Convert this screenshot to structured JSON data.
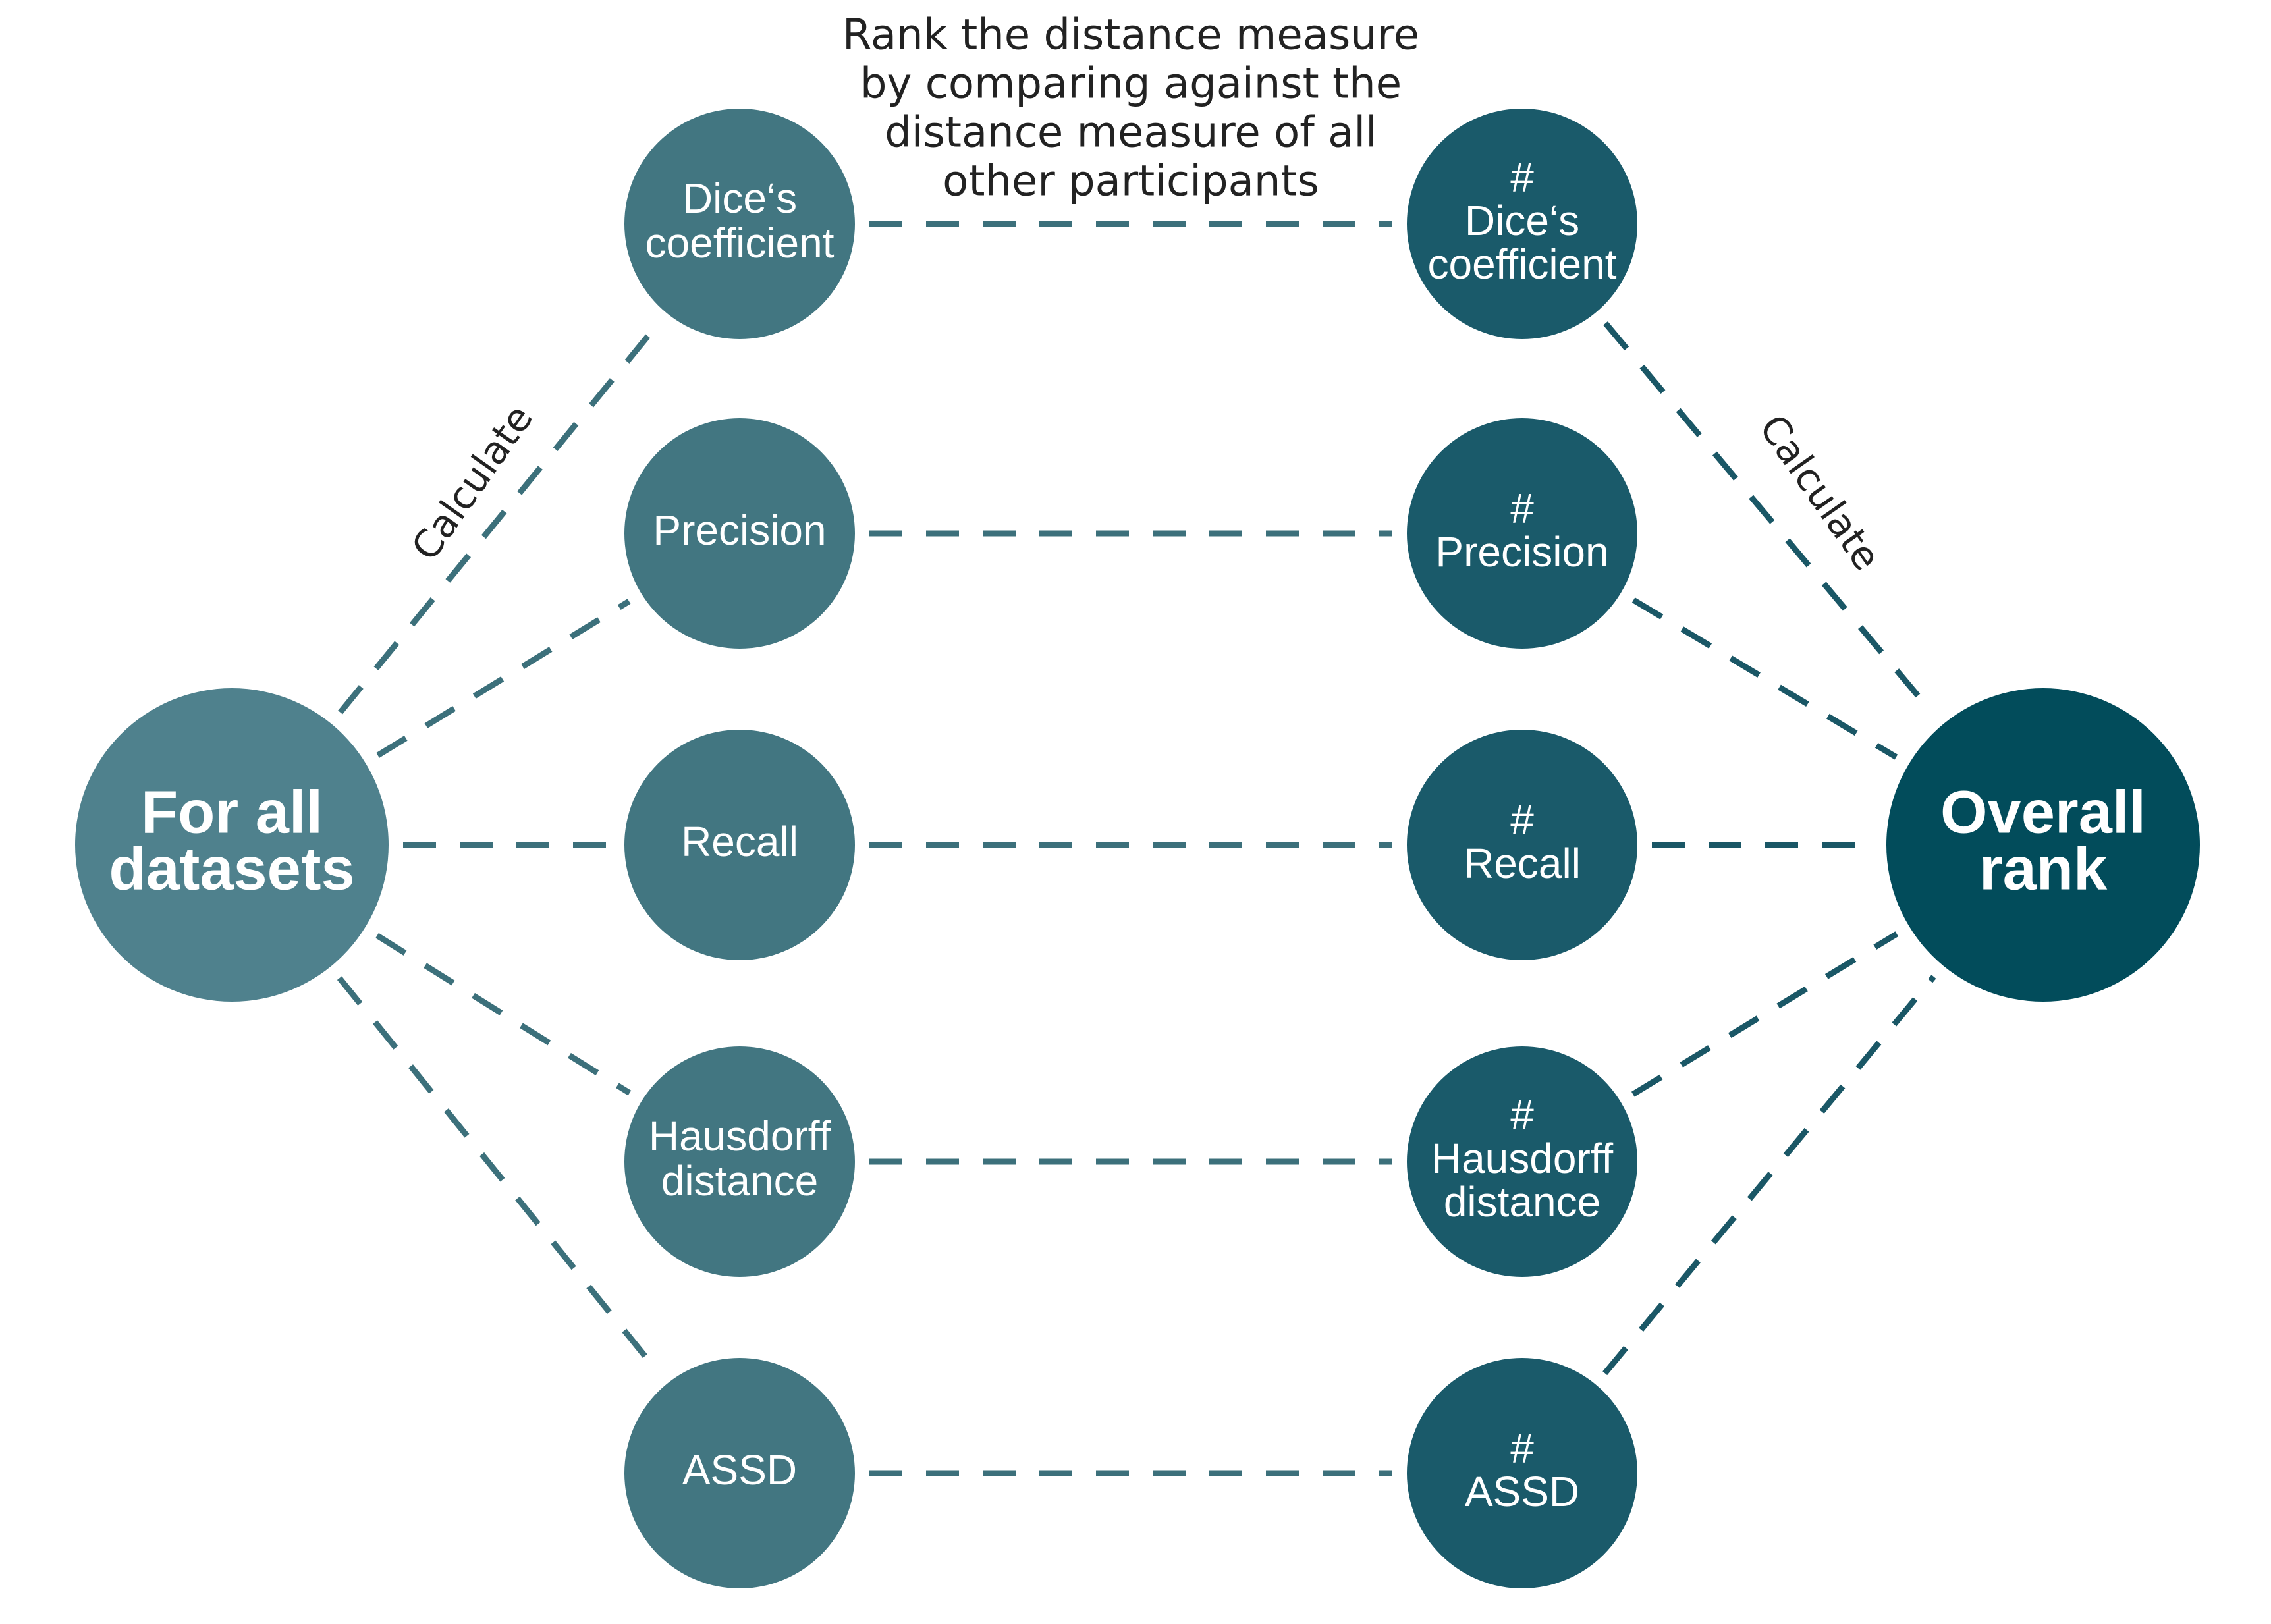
{
  "title_lines": [
    "Rank the distance measure",
    "by comparing against the",
    "distance measure of all",
    "other participants"
  ],
  "edge_labels": {
    "left": "Calculate",
    "right": "Calculate"
  },
  "colors": {
    "source": "#4f818d",
    "measure": "#427681",
    "rank": "#1a5a6a",
    "overall": "#024c5b",
    "edge_left": "#3c707b",
    "edge_right": "#1a5766"
  },
  "nodes": {
    "source": {
      "lines": [
        "For all",
        "datasets"
      ]
    },
    "measures": [
      {
        "lines": [
          "Dice‘s",
          "coefficient"
        ]
      },
      {
        "lines": [
          "Precision"
        ]
      },
      {
        "lines": [
          "Recall"
        ]
      },
      {
        "lines": [
          "Hausdorff",
          "distance"
        ]
      },
      {
        "lines": [
          "ASSD"
        ]
      }
    ],
    "ranks": [
      {
        "lines": [
          "#",
          "Dice‘s",
          "coefficient"
        ]
      },
      {
        "lines": [
          "#",
          "Precision"
        ]
      },
      {
        "lines": [
          "#",
          "Recall"
        ]
      },
      {
        "lines": [
          "#",
          "Hausdorff",
          "distance"
        ]
      },
      {
        "lines": [
          "#",
          "ASSD"
        ]
      }
    ],
    "overall": {
      "lines": [
        "Overall",
        "rank"
      ]
    }
  }
}
